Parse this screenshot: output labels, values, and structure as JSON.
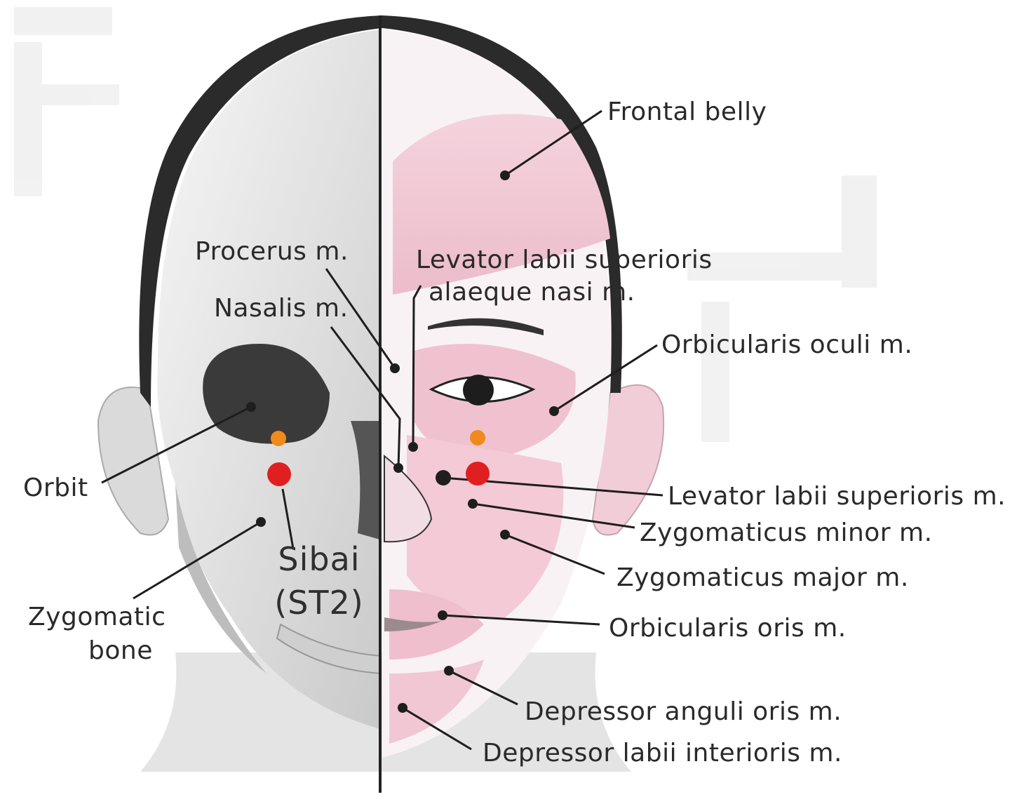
{
  "labels": {
    "frontal_belly": "Frontal belly",
    "procerus": "Procerus m.",
    "levator_alaeque_line1": "Levator labii superioris",
    "levator_alaeque_line2": "alaeque nasi m.",
    "nasalis": "Nasalis m.",
    "orbicularis_oculi": "Orbicularis oculi m.",
    "orbit": "Orbit",
    "levator_superioris": "Levator labii superioris m.",
    "zygomaticus_minor": "Zygomaticus minor m.",
    "zygomatic_bone_line1": "Zygomatic",
    "zygomatic_bone_line2": "bone",
    "zygomaticus_major": "Zygomaticus major m.",
    "orbicularis_oris": "Orbicularis oris m.",
    "depressor_anguli": "Depressor anguli oris m.",
    "depressor_labii": "Depressor labii interioris m."
  },
  "acupoint": {
    "name": "Sibai",
    "code": "(ST2)",
    "color": "#e02020",
    "secondary_color": "#f08a1c"
  },
  "colors": {
    "muscle": "#f2c6d3",
    "bone": "#eeeeee",
    "hair": "#2b2b2b",
    "text": "#2a2a2a"
  }
}
